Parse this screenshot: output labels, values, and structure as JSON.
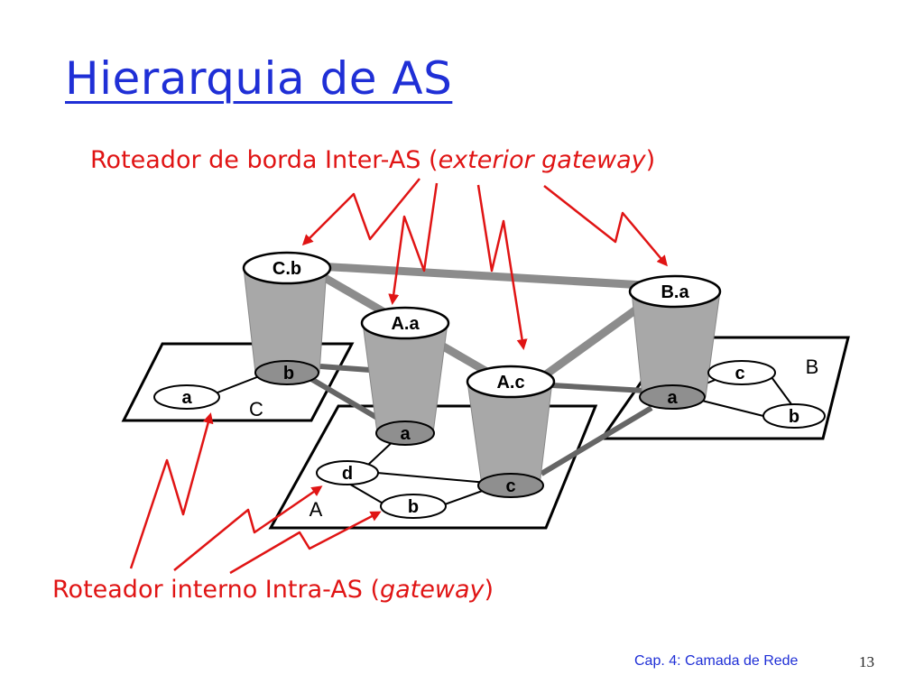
{
  "slide": {
    "title": "Hierarquia de AS",
    "top_caption": {
      "prefix": "Roteador de borda Inter-AS (",
      "italic": "exterior gateway",
      "suffix": ")"
    },
    "bottom_caption": {
      "prefix": "Roteador interno Intra-AS (",
      "italic": "gateway",
      "suffix": ")"
    },
    "footer_chapter": "Cap. 4: Camada de Rede",
    "page_number": "13"
  },
  "diagram": {
    "as_labels": {
      "A": "A",
      "B": "B",
      "C": "C"
    },
    "routers": {
      "Cb": "C.b",
      "Aa": "A.a",
      "Ac": "A.c",
      "Ba": "B.a",
      "C_a": "a",
      "C_b": "b",
      "A_a": "a",
      "A_d": "d",
      "A_b": "b",
      "A_c": "c",
      "B_a": "a",
      "B_c": "c",
      "B_b": "b"
    },
    "colors": {
      "title": "#1f2fd6",
      "captions": "#e01414",
      "arrows": "#e01414",
      "inter_as_links": "#8c8c8c",
      "cylinders": "#a8a8a8"
    }
  }
}
